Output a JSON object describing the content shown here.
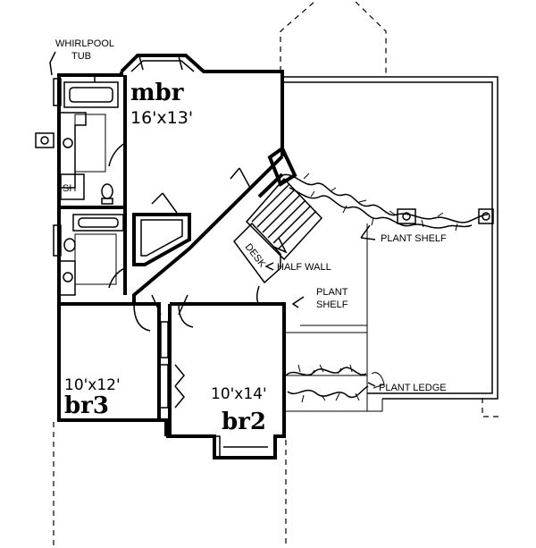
{
  "rooms": {
    "mbr": {
      "name": "mbr",
      "size": "16'x13'"
    },
    "br2": {
      "name": "br2",
      "size": "10'x14'"
    },
    "br3": {
      "name": "br3",
      "size": "10'x12'"
    }
  },
  "labels": {
    "whirlpool_line1": "WHIRLPOOL",
    "whirlpool_line2": "TUB",
    "shower": "SH",
    "desk": "DESK",
    "half_wall": "HALF WALL",
    "plant_shelf_upper": "PLANT SHELF",
    "plant_shelf_line1": "PLANT",
    "plant_shelf_line2": "SHELF",
    "plant_ledge": "PLANT LEDGE"
  }
}
